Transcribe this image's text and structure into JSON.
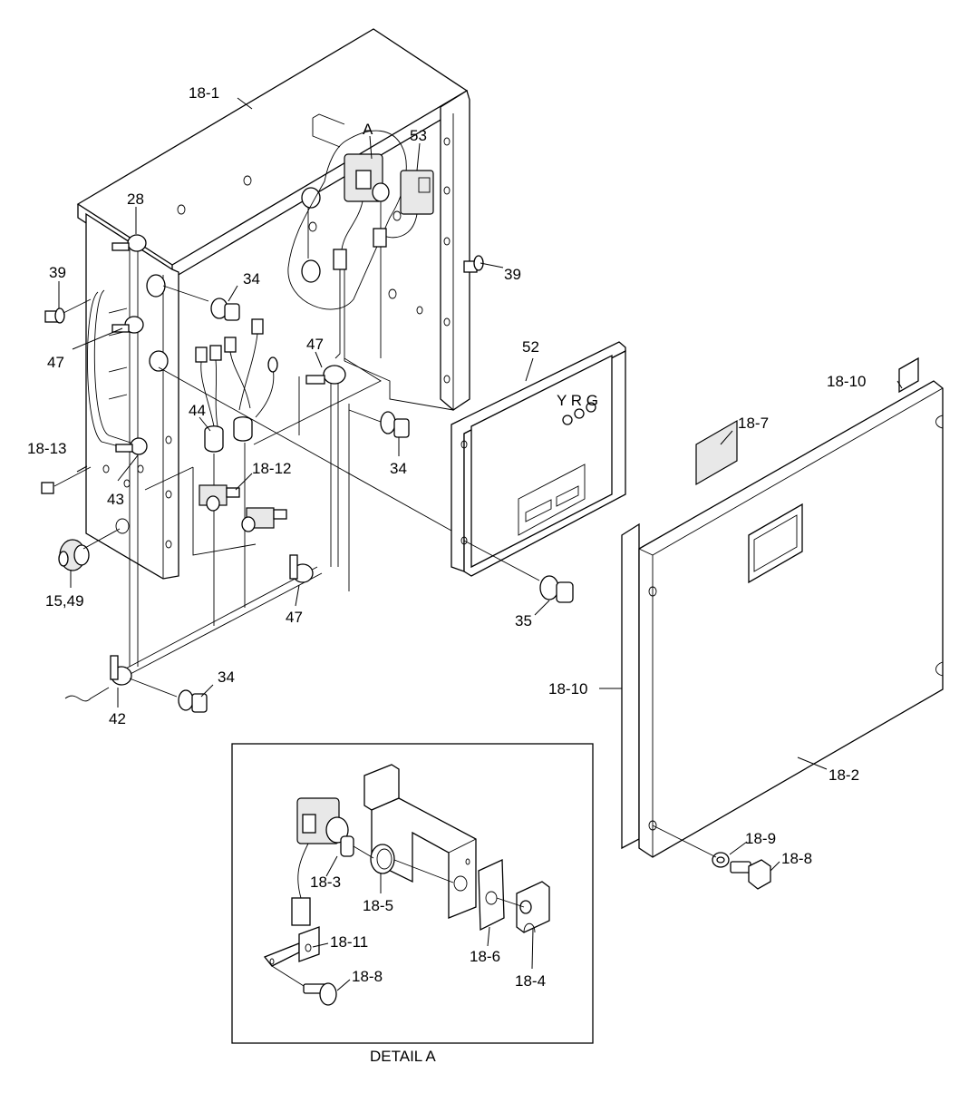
{
  "callouts": [
    "18-1",
    "A",
    "53",
    "28",
    "39",
    "34",
    "39",
    "47",
    "47",
    "52",
    "18-10",
    "44",
    "18-7",
    "18-13",
    "34",
    "18-12",
    "43",
    "15,49",
    "47",
    "35",
    "34",
    "42",
    "18-10",
    "18-2",
    "18-9",
    "18-8",
    "18-3",
    "18-5",
    "18-11",
    "18-8",
    "18-6",
    "18-4"
  ],
  "indicator_lamps": "Y R G",
  "detail_caption": "DETAIL A"
}
